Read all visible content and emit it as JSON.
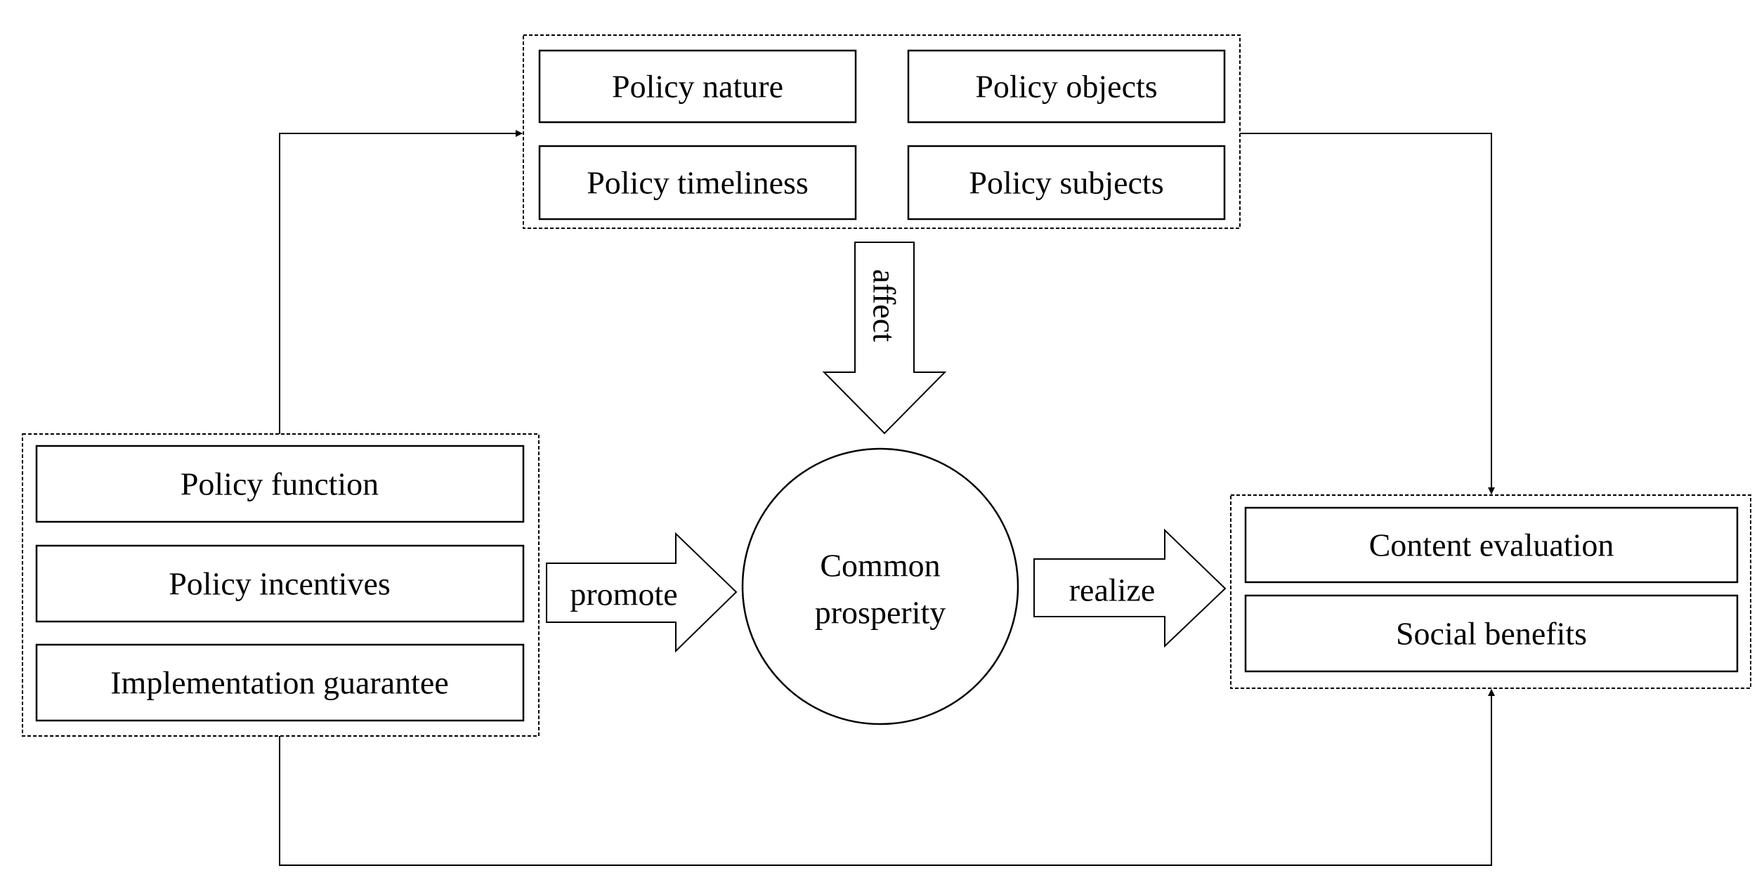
{
  "top_group": {
    "items": [
      "Policy nature",
      "Policy objects",
      "Policy timeliness",
      "Policy subjects"
    ]
  },
  "left_group": {
    "items": [
      "Policy function",
      "Policy incentives",
      "Implementation guarantee"
    ]
  },
  "right_group": {
    "items": [
      "Content evaluation",
      "Social benefits"
    ]
  },
  "center": {
    "line1": "Common",
    "line2": "prosperity"
  },
  "arrows": {
    "affect": "affect",
    "promote": "promote",
    "realize": "realize"
  },
  "colors": {
    "stroke": "#000000",
    "background": "#ffffff"
  }
}
